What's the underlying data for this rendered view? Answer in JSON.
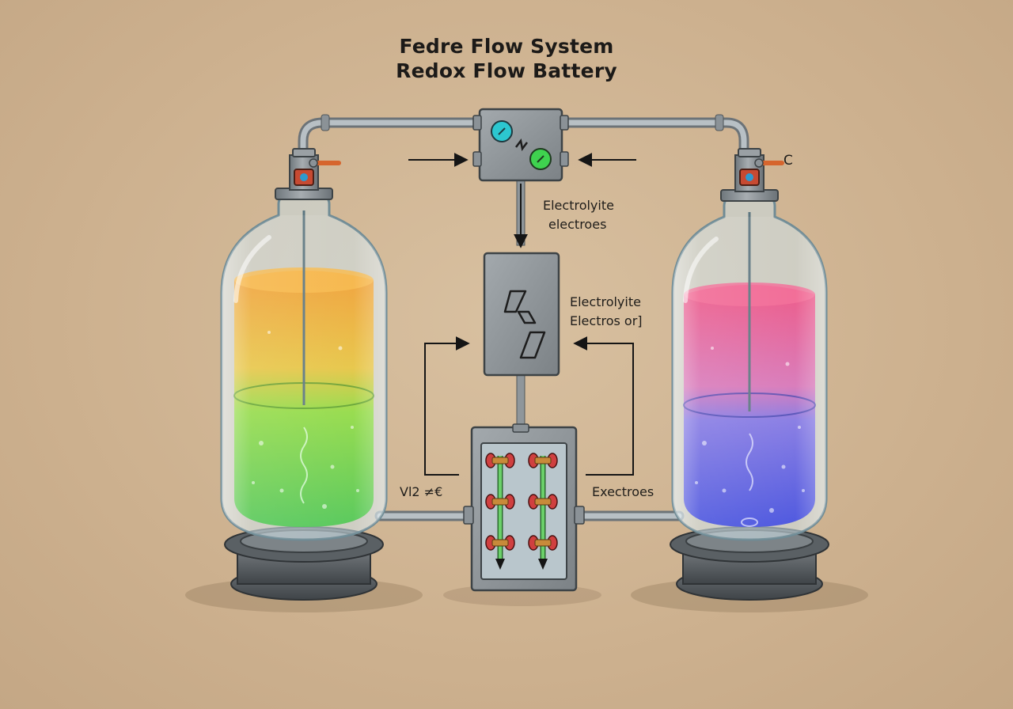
{
  "title": {
    "line1": "Fedre Flow System",
    "line2": "Redox Flow Battery"
  },
  "labels": {
    "top_right_c": "C",
    "upper_line1": "Electrolyite",
    "upper_line2": "electroes",
    "middle_line1": "Electrolyite",
    "middle_line2": "Electros or]",
    "bottom_left": "Vl2 ≠€",
    "bottom_right": "Exectroes"
  },
  "colors": {
    "background": "#cdb18f",
    "left_tank_top": "#f2a12a",
    "left_tank_bottom": "#5fd33e",
    "right_tank_top": "#ef4f86",
    "right_tank_bottom": "#4a55e6",
    "metal": "#8e9498",
    "gauge_left": "#2cc7d0",
    "gauge_right": "#3fd24f"
  }
}
